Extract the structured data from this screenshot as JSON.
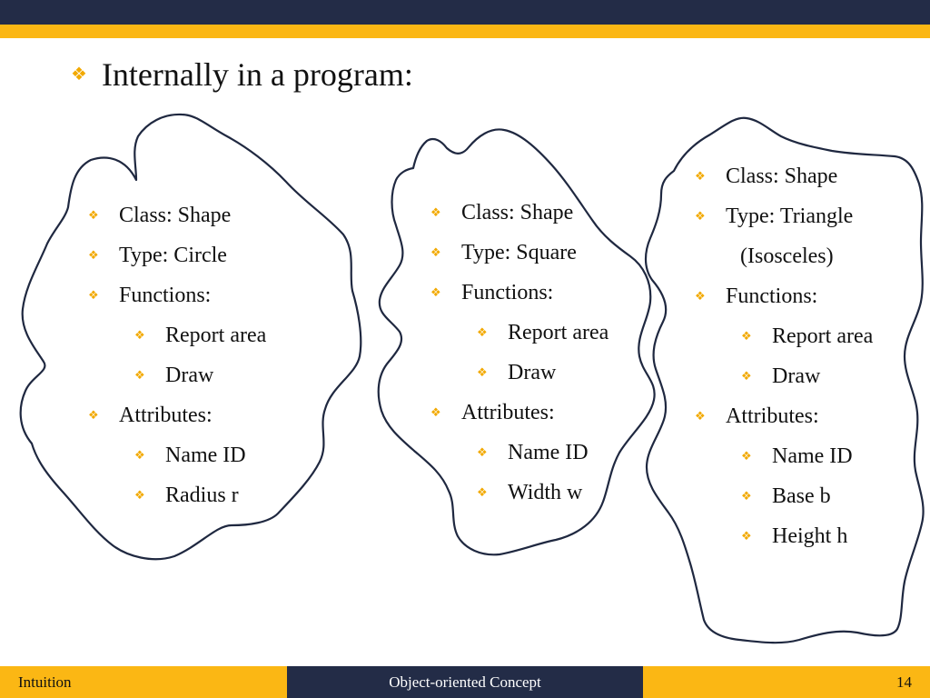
{
  "slide": {
    "title": "Internally in a program:",
    "bullet_glyph": "❖"
  },
  "blobs": [
    {
      "items": [
        {
          "level": 1,
          "text": "Class: Shape"
        },
        {
          "level": 1,
          "text": "Type: Circle"
        },
        {
          "level": 1,
          "text": "Functions:"
        },
        {
          "level": 2,
          "text": "Report area"
        },
        {
          "level": 2,
          "text": "Draw"
        },
        {
          "level": 1,
          "text": "Attributes:"
        },
        {
          "level": 2,
          "text": "Name ID"
        },
        {
          "level": 2,
          "text": "Radius r"
        }
      ]
    },
    {
      "items": [
        {
          "level": 1,
          "text": "Class: Shape"
        },
        {
          "level": 1,
          "text": "Type: Square"
        },
        {
          "level": 1,
          "text": "Functions:"
        },
        {
          "level": 2,
          "text": "Report area"
        },
        {
          "level": 2,
          "text": "Draw"
        },
        {
          "level": 1,
          "text": "Attributes:"
        },
        {
          "level": 2,
          "text": "Name ID"
        },
        {
          "level": 2,
          "text": "Width w"
        }
      ]
    },
    {
      "items": [
        {
          "level": 1,
          "text": "Class: Shape"
        },
        {
          "level": 1,
          "text": "Type: Triangle"
        },
        {
          "level": 1,
          "cont": true,
          "text": "(Isosceles)"
        },
        {
          "level": 1,
          "text": "Functions:"
        },
        {
          "level": 2,
          "text": "Report area"
        },
        {
          "level": 2,
          "text": "Draw"
        },
        {
          "level": 1,
          "text": "Attributes:"
        },
        {
          "level": 2,
          "text": "Name ID"
        },
        {
          "level": 2,
          "text": "Base b"
        },
        {
          "level": 2,
          "text": "Height h"
        }
      ]
    }
  ],
  "footer": {
    "left": "Intuition",
    "center": "Object-oriented Concept",
    "page_number": "14"
  },
  "colors": {
    "navy": "#232c47",
    "gold": "#fbb714",
    "bullet": "#f2a900"
  }
}
